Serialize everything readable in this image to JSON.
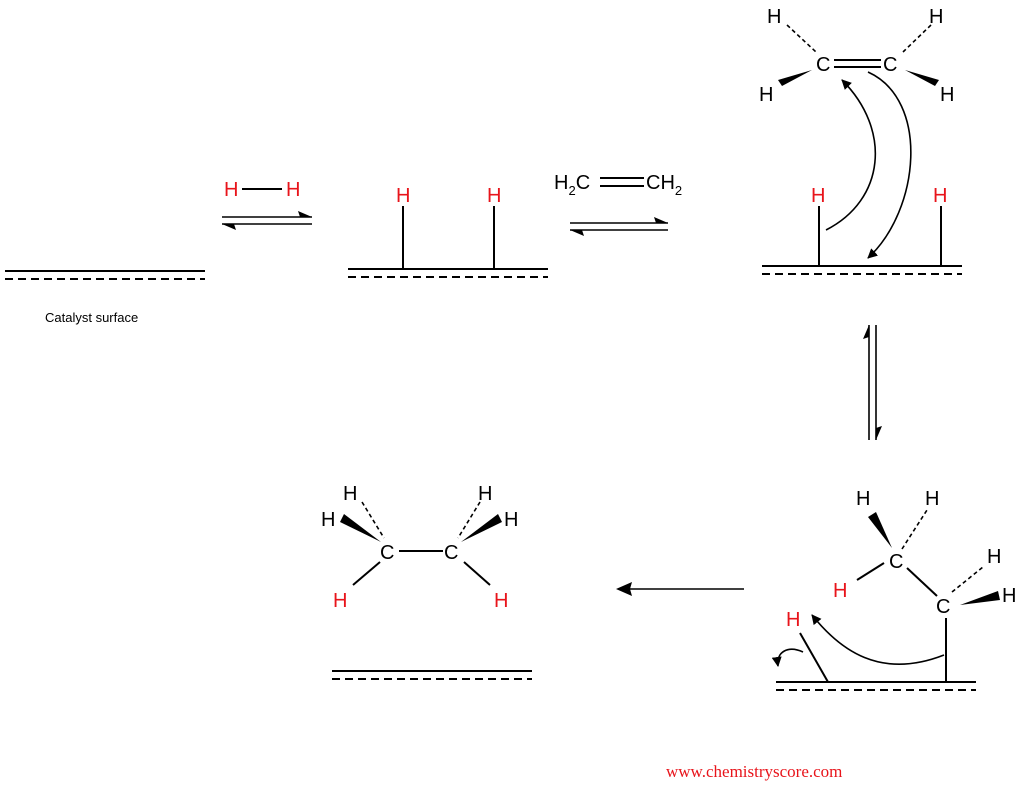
{
  "colors": {
    "bond": "#000000",
    "hydrogen_red": "#e8141b",
    "link_red": "#e8141b",
    "background": "#ffffff"
  },
  "labels": {
    "h": "H",
    "c": "C",
    "h2c": "H",
    "sub2": "2",
    "c_left": "C",
    "ch": "CH",
    "catalyst_surface": "Catalyst surface",
    "website": "www.chemistryscore.com"
  }
}
